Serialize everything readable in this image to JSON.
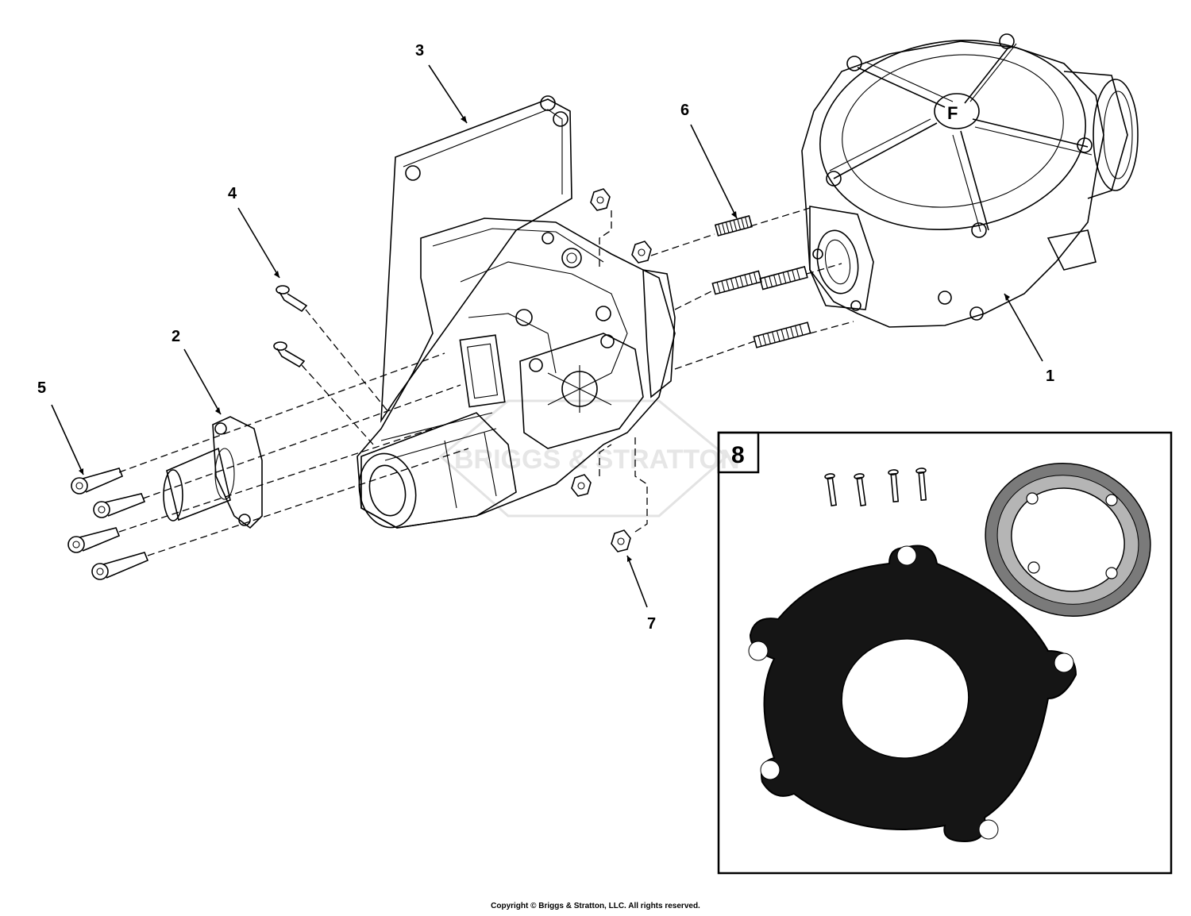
{
  "callouts": {
    "c1": "1",
    "c2": "2",
    "c3": "3",
    "c4": "4",
    "c5": "5",
    "c6": "6",
    "c7": "7",
    "c8": "8"
  },
  "watermark": {
    "text": "BRIGGS & STRATTON"
  },
  "footer": {
    "copyright": "Copyright © Briggs & Stratton, LLC. All rights reserved."
  }
}
